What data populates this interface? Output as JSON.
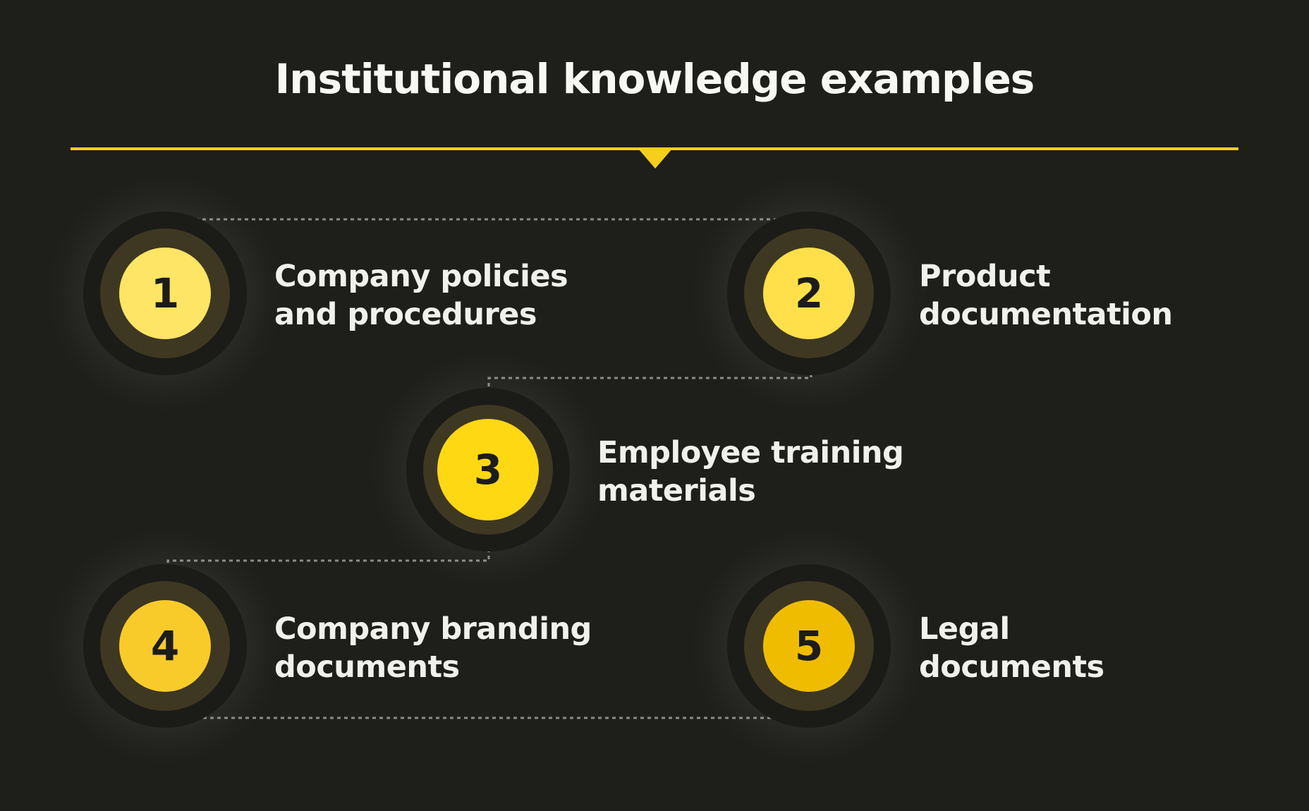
{
  "title": "Institutional knowledge examples",
  "colors": {
    "background": "#1e1e1b",
    "accent": "#f5cf1c",
    "connector": "#8a8a86"
  },
  "items": [
    {
      "number": "1",
      "line1": "Company policies",
      "line2": "and procedures",
      "color": "#ffe566"
    },
    {
      "number": "2",
      "line1": "Product",
      "line2": "documentation",
      "color": "#ffe04a"
    },
    {
      "number": "3",
      "line1": "Employee training",
      "line2": "materials",
      "color": "#ffd814"
    },
    {
      "number": "4",
      "line1": "Company branding",
      "line2": "documents",
      "color": "#f8cb2a"
    },
    {
      "number": "5",
      "line1": "Legal",
      "line2": "documents",
      "color": "#f0bc00"
    }
  ]
}
